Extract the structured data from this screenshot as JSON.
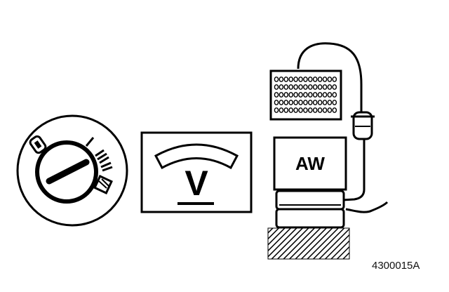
{
  "voltmeter": {
    "symbol": "V"
  },
  "device": {
    "display_text": "AW"
  },
  "figure_code": "4300015A"
}
